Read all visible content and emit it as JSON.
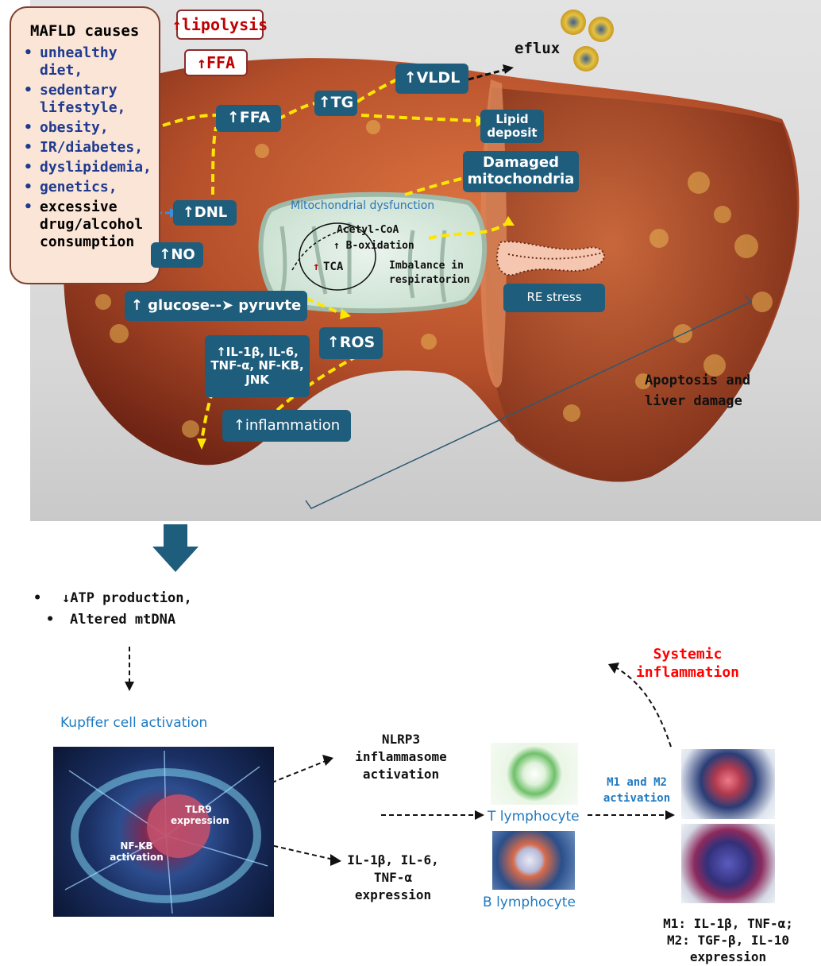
{
  "causes": {
    "title": "MAFLD causes",
    "items": [
      "unhealthy diet,",
      "sedentary lifestyle,",
      "obesity,",
      "IR/diabetes,",
      "dyslipidemia,",
      "genetics,",
      "excessive drug/alcohol consumption"
    ]
  },
  "liver": {
    "lipolysis": "↑lipolysis",
    "ffa_red": "↑FFA",
    "ffa": "↑FFA",
    "tg": "↑TG",
    "vldl": "↑VLDL",
    "efflux": "eflux",
    "lipid_deposit": "Lipid deposit",
    "damaged_mito": "Damaged mitochondria",
    "dnl": "↑DNL",
    "no": "↑NO",
    "mito_dysfunction": "Mitochondrial dysfunction",
    "acetyl": "Acetyl-CoA",
    "boxidation": "↑ B-oxidation",
    "tca_arrow": "↑",
    "tca": "TCA",
    "imbalance": "Imbalance in respiratorion",
    "glucose": "↑ glucose--➤ pyruvte",
    "ros": "↑ROS",
    "il": "↑IL-1β, IL-6, TNF-α, NF-KB, JNK",
    "inflammation": "↑inflammation",
    "re_stress": "RE stress",
    "apoptosis": "Apoptosis and liver damage"
  },
  "bottom": {
    "atp": "↓ATP production,",
    "mtdna": "Altered mtDNA",
    "kupffer": "Kupffer cell activation",
    "tlr9": "TLR9 expression",
    "nfkb": "NF-KB activation",
    "nlrp3": "NLRP3 inflammasome activation",
    "il_expr": "IL-1β, IL-6, TNF-α expression",
    "t_lymph": "T lymphocyte",
    "b_lymph": "B lymphocyte",
    "m1m2": "M1 and M2 activation",
    "systemic": "Systemic inflammation",
    "m1": "M1: IL-1β, TNF-α;",
    "m2": "M2: TGF-β, IL-10",
    "expression": "expression"
  },
  "colors": {
    "teal": "#1f5d7c",
    "red": "#c00000",
    "blue_text": "#1f7ac0",
    "yellow_arrow": "#ffe600"
  }
}
